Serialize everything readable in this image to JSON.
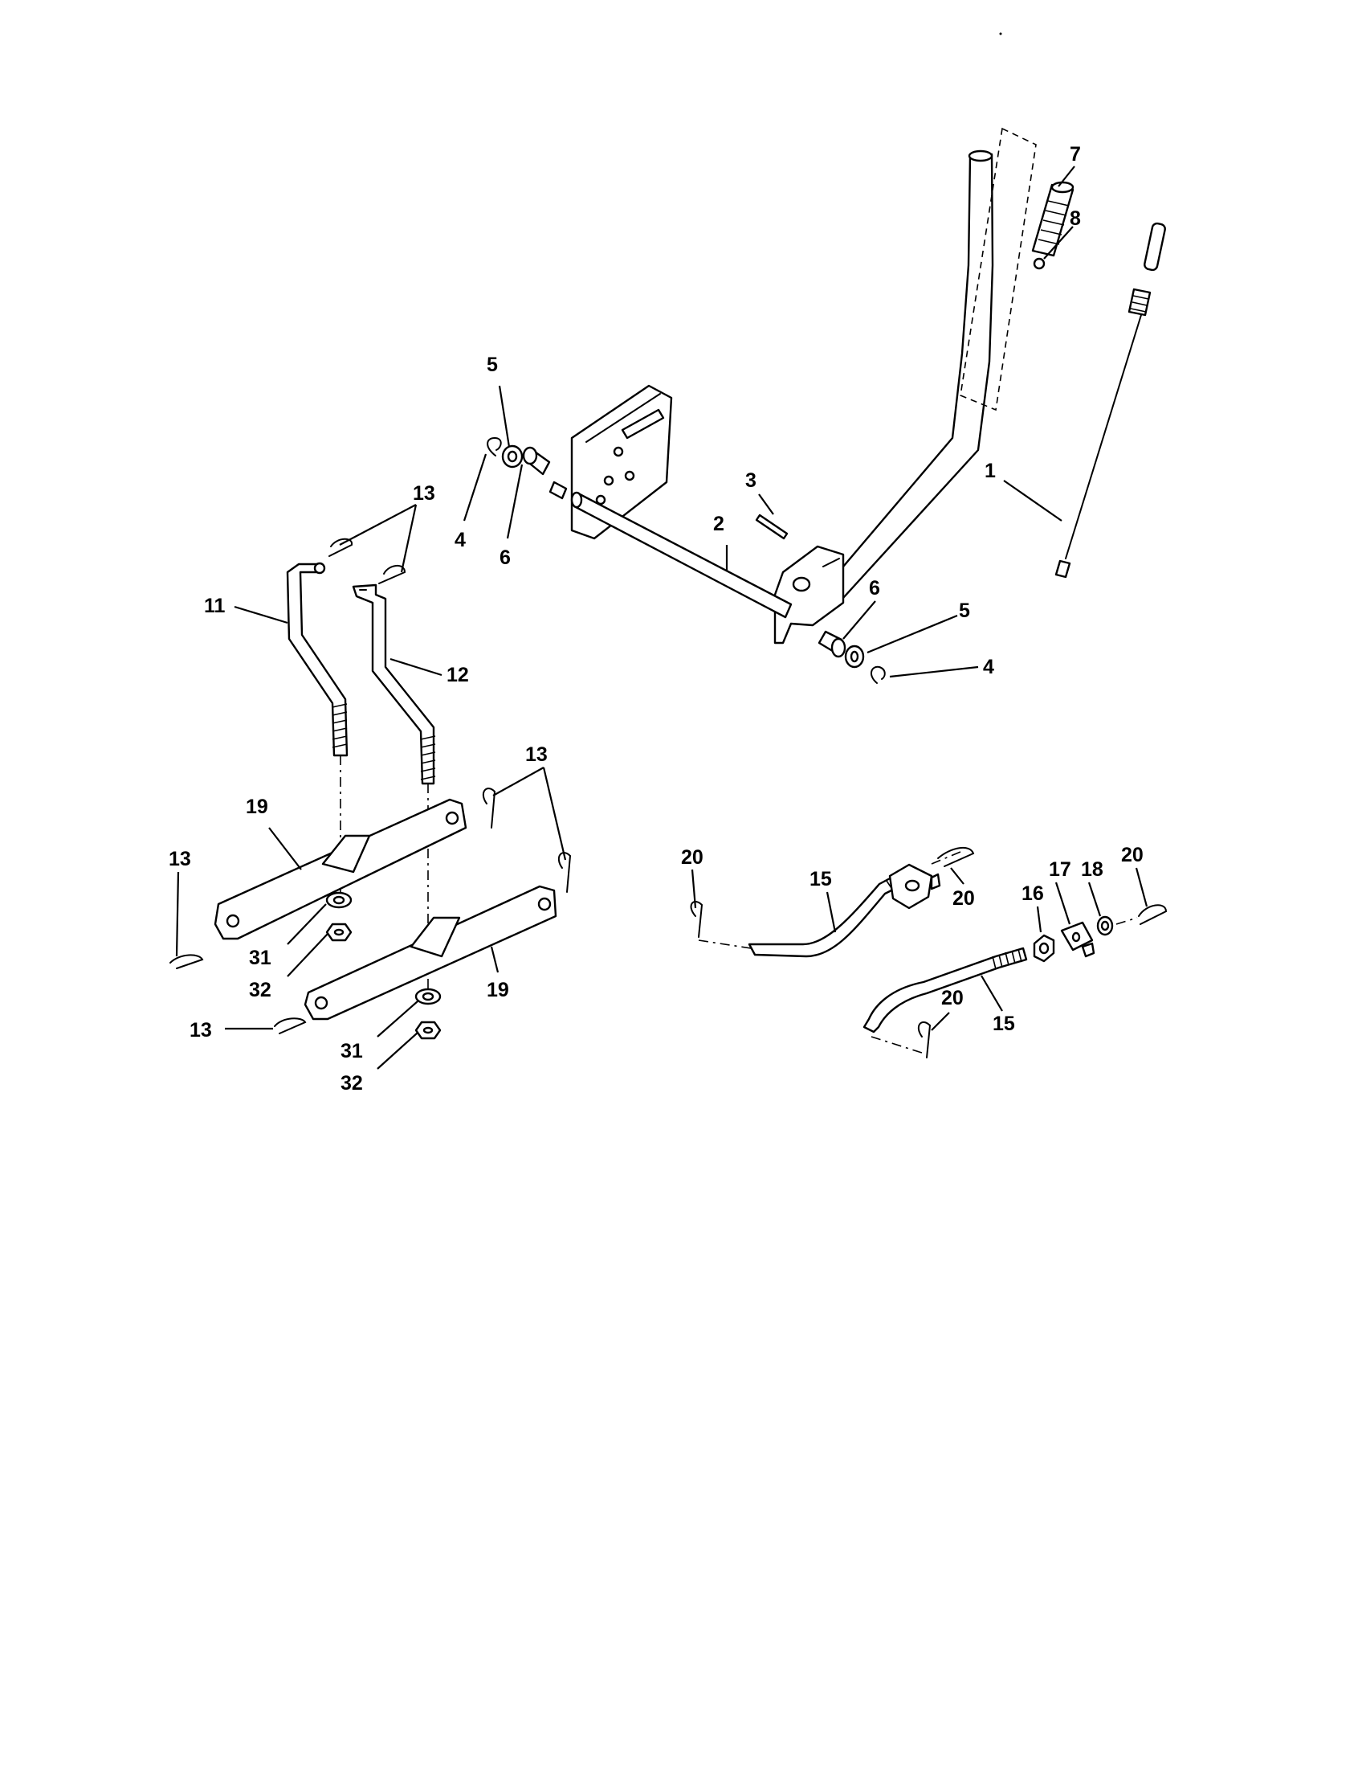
{
  "diagram": {
    "callouts": [
      {
        "id": "c7",
        "text": "7"
      },
      {
        "id": "c8",
        "text": "8"
      },
      {
        "id": "c1",
        "text": "1"
      },
      {
        "id": "c5a",
        "text": "5"
      },
      {
        "id": "c4a",
        "text": "4"
      },
      {
        "id": "c6a",
        "text": "6"
      },
      {
        "id": "c3",
        "text": "3"
      },
      {
        "id": "c2",
        "text": "2"
      },
      {
        "id": "c6b",
        "text": "6"
      },
      {
        "id": "c5b",
        "text": "5"
      },
      {
        "id": "c4b",
        "text": "4"
      },
      {
        "id": "c13a",
        "text": "13"
      },
      {
        "id": "c11",
        "text": "11"
      },
      {
        "id": "c12",
        "text": "12"
      },
      {
        "id": "c13b",
        "text": "13"
      },
      {
        "id": "c19a",
        "text": "19"
      },
      {
        "id": "c13c",
        "text": "13"
      },
      {
        "id": "c31a",
        "text": "31"
      },
      {
        "id": "c32a",
        "text": "32"
      },
      {
        "id": "c19b",
        "text": "19"
      },
      {
        "id": "c13d",
        "text": "13"
      },
      {
        "id": "c31b",
        "text": "31"
      },
      {
        "id": "c32b",
        "text": "32"
      },
      {
        "id": "c20a",
        "text": "20"
      },
      {
        "id": "c15a",
        "text": "15"
      },
      {
        "id": "c20b",
        "text": "20"
      },
      {
        "id": "c16",
        "text": "16"
      },
      {
        "id": "c17",
        "text": "17"
      },
      {
        "id": "c18",
        "text": "18"
      },
      {
        "id": "c20c",
        "text": "20"
      },
      {
        "id": "c20d",
        "text": "20"
      },
      {
        "id": "c15b",
        "text": "15"
      }
    ]
  }
}
